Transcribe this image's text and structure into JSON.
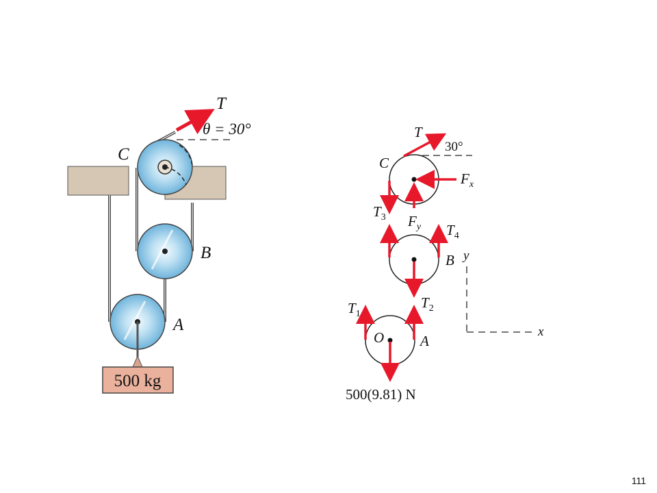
{
  "figure": {
    "left": {
      "force_label": "T",
      "angle_label": "θ = 30°",
      "pulley_c_label": "C",
      "pulley_b_label": "B",
      "pulley_a_label": "A",
      "mass_label": "500 kg"
    },
    "right": {
      "t_label": "T",
      "angle_label": "30°",
      "c_label": "C",
      "fx_main": "F",
      "fx_sub": "x",
      "fy_main": "F",
      "fy_sub": "y",
      "t3_main": "T",
      "t3_sub": "3",
      "t4_main": "T",
      "t4_sub": "4",
      "b_label": "B",
      "t1_main": "T",
      "t1_sub": "1",
      "t2_main": "T",
      "t2_sub": "2",
      "o_label": "O",
      "a_label": "A",
      "weight_label": "500(9.81) N",
      "axis_y": "y",
      "axis_x": "x"
    }
  },
  "page_number": "111",
  "colors": {
    "force_arrow": "#e8182b",
    "beam": "#d5c7b4",
    "mass_block": "#eab19d",
    "pulley": "#8fc6e6"
  }
}
